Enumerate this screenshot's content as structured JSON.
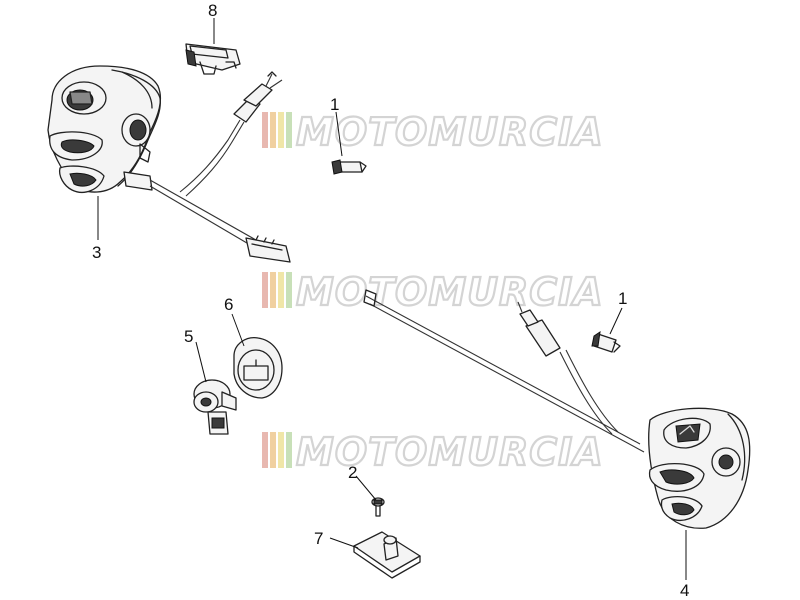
{
  "watermark": {
    "text": "MOTOMURCIA",
    "colors": {
      "red": "#e8b8b0",
      "orange": "#f0d0a0",
      "yellow": "#f0e6a8",
      "green": "#c8e0b8",
      "outline": "#d4d4d4"
    }
  },
  "callouts": {
    "n1a": "1",
    "n1b": "1",
    "n2": "2",
    "n3": "3",
    "n4": "4",
    "n5": "5",
    "n6": "6",
    "n7": "7",
    "n8": "8"
  },
  "parts": [
    {
      "id": "3",
      "icon": "left-handlebar-switch"
    },
    {
      "id": "4",
      "icon": "right-handlebar-switch"
    },
    {
      "id": "1",
      "icon": "bulb"
    },
    {
      "id": "2",
      "icon": "screw"
    },
    {
      "id": "5",
      "icon": "ignition-lock"
    },
    {
      "id": "6",
      "icon": "lock-cover-ring"
    },
    {
      "id": "7",
      "icon": "mounting-plate"
    },
    {
      "id": "8",
      "icon": "switch-connector"
    }
  ]
}
